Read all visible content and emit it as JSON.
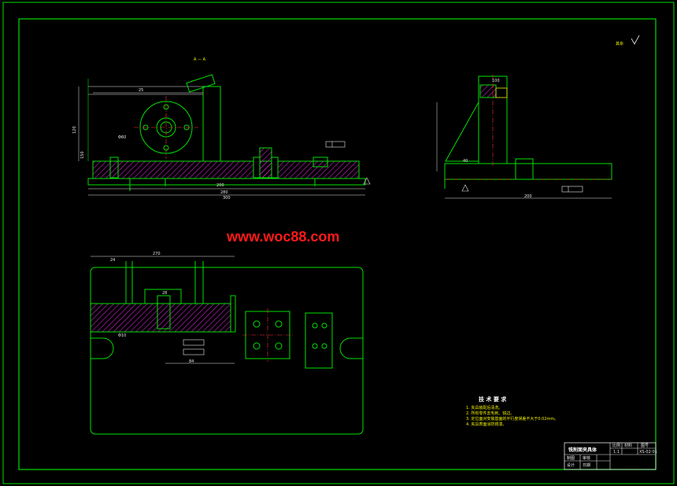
{
  "watermark": "www.woc88.com",
  "section_label": "A — A",
  "roughness_note": "其余",
  "technical_requirements": {
    "title": "技 术 要 求",
    "items": [
      "1. 夹具装配后清洗。",
      "2. 所有零件去毛刺、锐边。",
      "3. 定位面对安装基面的平行度误差不大于0.02mm。",
      "4. 夹具表面涂防锈漆。"
    ]
  },
  "title_block": {
    "name": "铣削面夹具体",
    "drawing_no": "XS-02-01",
    "scale": "1:1",
    "cells": [
      "比例",
      "材料",
      "图号",
      "制图",
      "审核",
      "设计",
      "日期"
    ]
  },
  "dimensions": {
    "front": [
      "200",
      "280",
      "300",
      "25",
      "120",
      "150",
      "Φ60"
    ],
    "side": [
      "40",
      "200",
      "100"
    ],
    "top": [
      "270",
      "24",
      "28",
      "84",
      "Φ10"
    ]
  },
  "colors": {
    "frame": "#00e000",
    "outline": "#ffffff",
    "hatch": "#d020d0",
    "dimension": "#e8e8e8",
    "center": "#ff3030",
    "accent": "#f0f000"
  }
}
